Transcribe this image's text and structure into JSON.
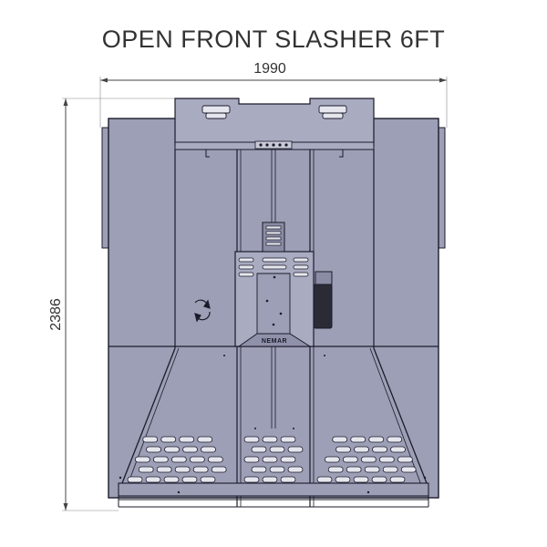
{
  "title": "OPEN FRONT SLASHER 6FT",
  "dimensions": {
    "width": "1990",
    "height": "2386"
  },
  "brand_plate": "NEMAR",
  "colors": {
    "body_fill": "#9d9fb6",
    "body_fill_light": "#a9abc1",
    "line": "#1b1b2a",
    "dim_line": "#444444"
  }
}
